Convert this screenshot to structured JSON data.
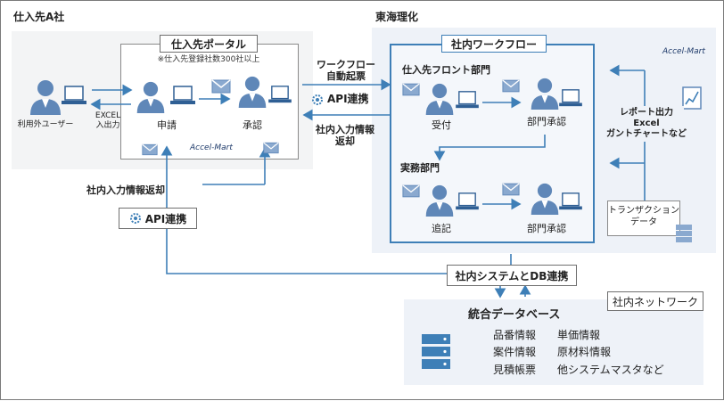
{
  "supplier": {
    "company_label": "仕入先A社",
    "portal_title": "仕入先ポータル",
    "portal_note": "※仕入先登録社数300社以上",
    "external_user_label": "利用外ユーザー",
    "excel_label_1": "EXCEL",
    "excel_label_2": "入出力",
    "apply_label": "申請",
    "approve_label": "承認",
    "return_label": "社内入力情報返却",
    "api_label": "API連携"
  },
  "company": {
    "company_label": "東海理化",
    "workflow_title": "社内ワークフロー",
    "front_dept_label": "仕入先フロント部門",
    "receive_label": "受付",
    "dept_approve_label_1": "部門承認",
    "practical_dept_label": "実務部門",
    "add_entry_label": "追記",
    "dept_approve_label_2": "部門承認",
    "report_1": "レポート出力",
    "report_2": "Excel",
    "report_3": "ガントチャートなど",
    "transaction_1": "トランザクション",
    "transaction_2": "データ"
  },
  "middle": {
    "workflow_auto_1": "ワークフロー",
    "workflow_auto_2": "自動起票",
    "api_label": "API連携",
    "return_1": "社内入力情報",
    "return_2": "返却"
  },
  "bottom": {
    "db_link_label": "社内システムとDB連携",
    "network_label": "社内ネットワーク",
    "db_title": "統合データベース",
    "db_items": [
      "品番情報",
      "単価情報",
      "案件情報",
      "原材料情報",
      "見積帳票",
      "他システムマスタなど"
    ]
  },
  "brand": {
    "logo_text": "Accel-Mart"
  },
  "colors": {
    "accent": "#3e7fb7",
    "person": "#5f87b8",
    "envelope": "#8aa9cf"
  }
}
